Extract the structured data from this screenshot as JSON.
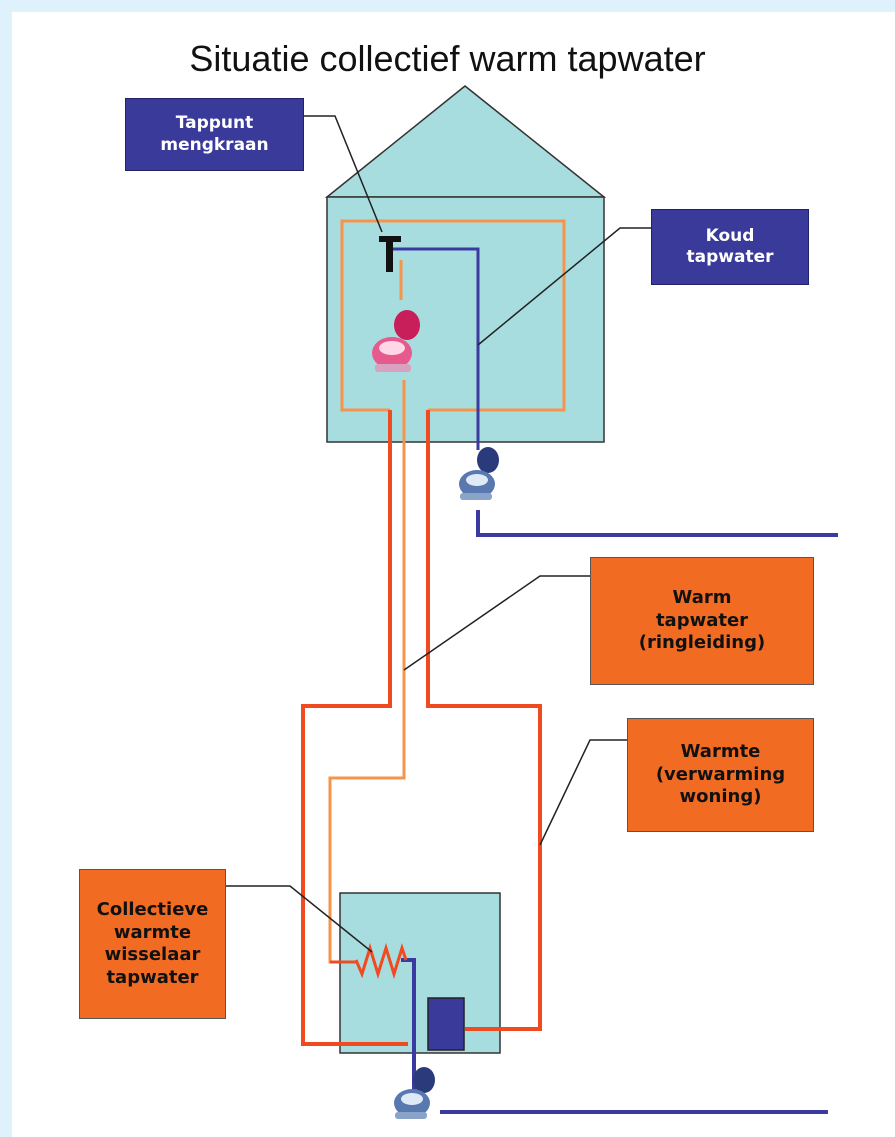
{
  "title": "Situatie collectief warm tapwater",
  "labels": {
    "tappunt": "Tappunt\nmengkraan",
    "koud": "Koud\ntapwater",
    "warm_tapwater": "Warm\ntapwater\n(ringleiding)",
    "warmte": "Warmte\n(verwarming\nwoning)",
    "wisselaar": "Collectieve\nwarmte\nwisselaar\ntapwater"
  },
  "colors": {
    "background": "#dff2fb",
    "house_fill": "#a8dde0",
    "hot_pipe": "#f04a20",
    "warm_pipe": "#f5944a",
    "cold_pipe": "#3a3aa0",
    "label_blue": "#3a3a9a",
    "label_orange": "#f26b22"
  },
  "icons": [
    "tap-icon",
    "hot-water-meter-icon",
    "cold-water-meter-icon",
    "heat-exchanger-coil-icon"
  ]
}
